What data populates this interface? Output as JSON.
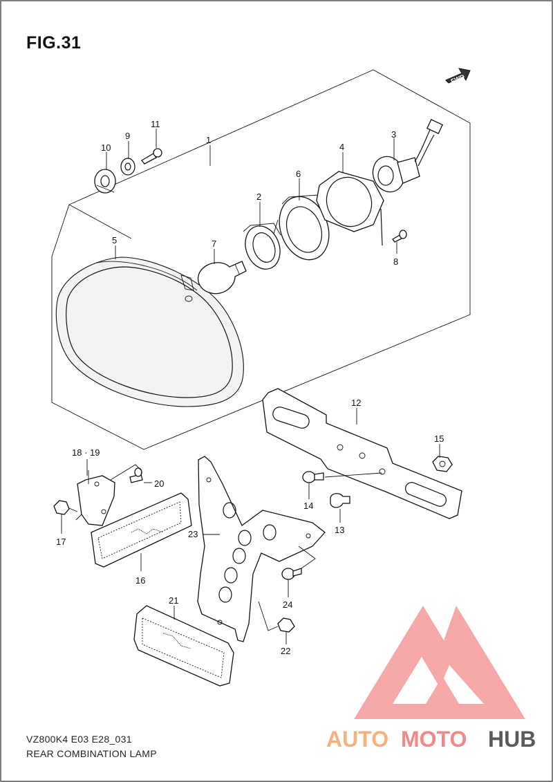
{
  "figure": {
    "title": "FIG.31",
    "model_code": "VZ800K4 E03 E28_031",
    "name": "REAR COMBINATION LAMP",
    "fwd_label": "FWD"
  },
  "callouts": [
    {
      "id": "1",
      "label": "1"
    },
    {
      "id": "2",
      "label": "2"
    },
    {
      "id": "3",
      "label": "3"
    },
    {
      "id": "4",
      "label": "4"
    },
    {
      "id": "5",
      "label": "5"
    },
    {
      "id": "6",
      "label": "6"
    },
    {
      "id": "7",
      "label": "7"
    },
    {
      "id": "8",
      "label": "8"
    },
    {
      "id": "9",
      "label": "9"
    },
    {
      "id": "10",
      "label": "10"
    },
    {
      "id": "11",
      "label": "11"
    },
    {
      "id": "12",
      "label": "12"
    },
    {
      "id": "13",
      "label": "13"
    },
    {
      "id": "14",
      "label": "14"
    },
    {
      "id": "15",
      "label": "15"
    },
    {
      "id": "16",
      "label": "16"
    },
    {
      "id": "17",
      "label": "17"
    },
    {
      "id": "18-19",
      "label": "18 · 19"
    },
    {
      "id": "20",
      "label": "20"
    },
    {
      "id": "21",
      "label": "21"
    },
    {
      "id": "22",
      "label": "22"
    },
    {
      "id": "23",
      "label": "23"
    },
    {
      "id": "24",
      "label": "24"
    }
  ],
  "watermark": {
    "text_a": "AUTO",
    "text_b": "MOTO",
    "text_c": "HUB",
    "color_a": "#f5b27a",
    "color_b": "#f08a8a",
    "color_c": "#555555",
    "logo_color": "#f26b6b"
  }
}
